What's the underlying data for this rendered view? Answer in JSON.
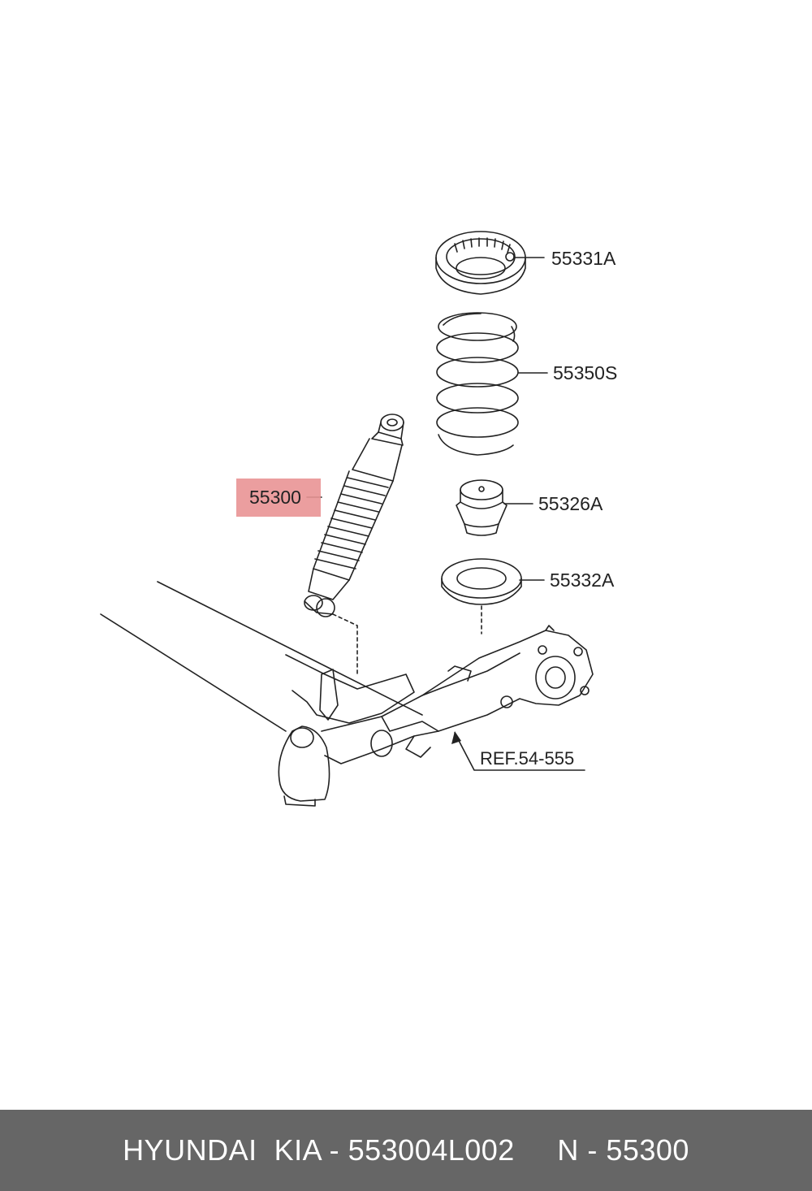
{
  "parts": {
    "top_mount": "55331A",
    "coil_spring": "55350S",
    "shock_absorber": "55300",
    "bump_stopper": "55326A",
    "lower_pad": "55332A",
    "axle_reference": "REF.54-555"
  },
  "footer": {
    "text": "HYUNDAI  KIA - 553004L002     N - 55300"
  },
  "colors": {
    "highlight": "#e99395",
    "footer_bg": "#666666",
    "line": "#222222"
  }
}
